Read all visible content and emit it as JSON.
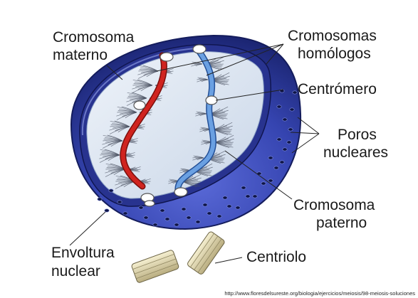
{
  "labels": {
    "cromosoma_materno": [
      "Cromosoma",
      "materno"
    ],
    "cromosomas_homologos": [
      "Cromosomas",
      "homólogos"
    ],
    "centromero": "Centrómero",
    "poros_nucleares": [
      "Poros",
      "nucleares"
    ],
    "cromosoma_paterno": [
      "Cromosoma",
      "paterno"
    ],
    "envoltura_nuclear": [
      "Envoltura",
      "nuclear"
    ],
    "centriolo": "Centriolo"
  },
  "source_url": "http://www.floresdelsureste.org/biologia/ejercicios/meiosis/98-meiosis-soluciones",
  "colors": {
    "envelope": "#3a49b8",
    "envelope_dark": "#1f2a7a",
    "interior": "#dde7f2",
    "maternal_chromosome": "#c8201c",
    "paternal_chromosome": "#5b8fd6",
    "centriole": "#e8e0b8"
  }
}
